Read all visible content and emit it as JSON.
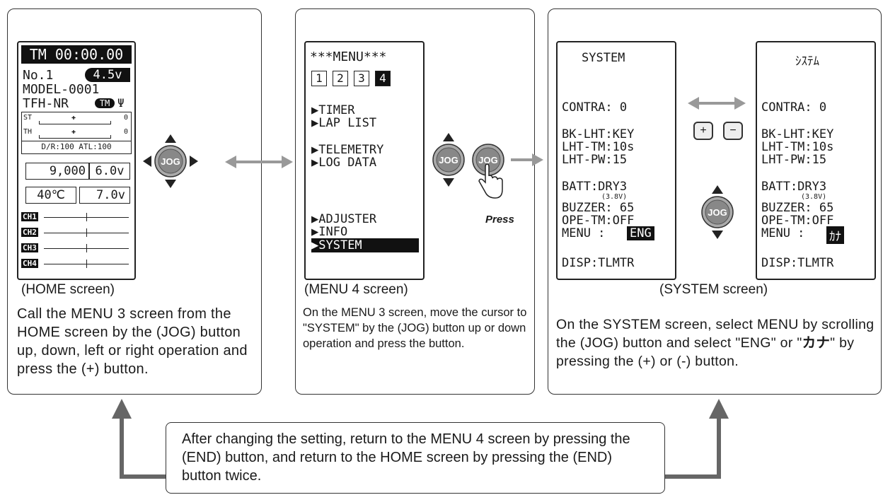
{
  "home": {
    "timer": "TM 00:00.00",
    "model_no": "No.1",
    "voltage_badge": "4.5v",
    "model_name": "MODEL-0001",
    "model_type": "TFH-NR",
    "tm_badge": "TM",
    "st_label": "ST",
    "st_value": "0",
    "th_label": "TH",
    "th_value": "0",
    "dr_line": "D/R:100 ATL:100",
    "rpm": "9,000",
    "rx_voltage": "6.0v",
    "temp": "40℃",
    "volt2": "7.0v",
    "channels": [
      "CH1",
      "CH2",
      "CH3",
      "CH4"
    ],
    "caption": "(HOME screen)",
    "description": "Call the MENU 3 screen from the HOME screen by the (JOG) button up, down, left or right operation and press the (+) button."
  },
  "menu": {
    "title": "***MENU***",
    "pages": [
      "1",
      "2",
      "3",
      "4"
    ],
    "items": [
      "TIMER",
      "LAP LIST",
      "TELEMETRY",
      "LOG DATA",
      "ADJUSTER",
      "INFO",
      "SYSTEM"
    ],
    "caption": "(MENU 4 screen)",
    "description": "On the MENU 3  screen, move the cursor to \"SYSTEM\" by the (JOG) button up or down operation and press the button."
  },
  "jog": {
    "label": "JOG",
    "press_label": "Press"
  },
  "system_eng": {
    "title": "SYSTEM",
    "contra": "CONTRA:  0",
    "bk_lht": "BK-LHT:KEY",
    "lht_tm": "LHT-TM:10s",
    "lht_pw": "LHT-PW:15",
    "batt": "BATT:DRY3",
    "batt_sub": "(3.8V)",
    "buzzer": "BUZZER: 65",
    "ope_tm": "OPE-TM:OFF",
    "menu_label": "MENU  :",
    "menu_value": "ENG",
    "disp": "DISP:TLMTR"
  },
  "system_kana": {
    "title": "ｼｽﾃﾑ",
    "contra": "CONTRA:  0",
    "bk_lht": "BK-LHT:KEY",
    "lht_tm": "LHT-TM:10s",
    "lht_pw": "LHT-PW:15",
    "batt": "BATT:DRY3",
    "batt_sub": "(3.8V)",
    "buzzer": "BUZZER: 65",
    "ope_tm": "OPE-TM:OFF",
    "menu_label": "MENU  :",
    "menu_value": "ｶﾅ",
    "disp": "DISP:TLMTR"
  },
  "buttons": {
    "plus": "+",
    "minus": "−"
  },
  "system": {
    "caption": "(SYSTEM screen)",
    "description_1": "On the SYSTEM screen, select MENU by scrolling the (JOG) button and select \"ENG\" or \"",
    "description_kana": "カナ",
    "description_2": "\" by pressing the (+) or (-) button."
  },
  "bottom": {
    "text": "After changing the setting, return to the MENU 4 screen by pressing the (END) button, and return to the HOME screen by pressing the (END) button twice."
  }
}
